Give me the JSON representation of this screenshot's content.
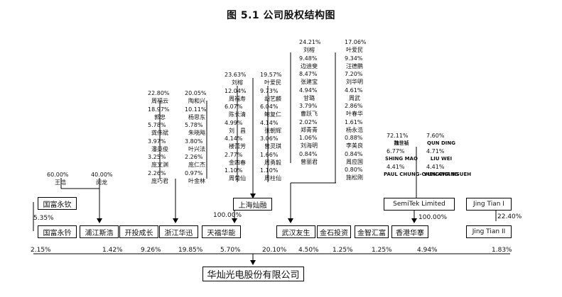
{
  "title": "图 5.1  公司股权结构图",
  "main_company": "华灿光电股份有限公司",
  "holding_entities": {
    "gfyq": "国富永钦",
    "gfyl": "国富永钤",
    "pjsh": "浦江斯浩",
    "ktcz": "开投成长",
    "zjhx": "浙江华迅",
    "tfhn": "天福华能",
    "shcr": "上海灿融",
    "whyd": "武汉友生",
    "jstz": "金石投资",
    "jzhf": "金智汇富",
    "xghn": "香港华搴",
    "semitek": "SemiTek Limited",
    "jt1": "Jing Tian I",
    "jt2": "Jing Tian II"
  },
  "mid_labels": {
    "gfyq_to_gfyl": "5.35%",
    "shcr_to_tfhn": "100.00%",
    "semitek_to_xghn": "100.00%",
    "jt_pct": "22.40%"
  },
  "bottom_pct": {
    "gfyl": "2.15%",
    "pjsh": "1.42%",
    "ktcz": "9.26%",
    "zjhx": "19.85%",
    "tfhn": "5.70%",
    "shcr": "20.10%",
    "whyd": "4.50%",
    "jstz": "1.25%",
    "jzhf": "1.25%",
    "xghn": "4.94%",
    "jt2": "1.83%"
  },
  "pjsh_holders": [
    {
      "pct": "60.00%",
      "name": "王浩"
    },
    {
      "pct": "40.00%",
      "name": "闵龙"
    }
  ],
  "zjhx_holders": [
    {
      "pct1": "22.80%",
      "name1": "周福云",
      "pct2": "20.05%",
      "name2": "陶和兴"
    },
    {
      "pct1": "18.97%",
      "name1": "郭忠",
      "pct2": "10.11%",
      "name2": "杨思东"
    },
    {
      "pct1": "5.78%",
      "name1": "龚伟斌",
      "pct2": "5.78%",
      "name2": "朱晓飚"
    },
    {
      "pct1": "3.97%",
      "name1": "潘英俊",
      "pct2": "3.80%",
      "name2": "叶兴法"
    },
    {
      "pct1": "3.25%",
      "name1": "庞文渊",
      "pct2": "2.26%",
      "name2": "庞仁杰"
    },
    {
      "pct1": "2.26%",
      "name1": "庞巧君",
      "pct2": "0.97%",
      "name2": "叶金林"
    }
  ],
  "shcr_holders": [
    {
      "pct1": "23.63%",
      "name1": "刘榕",
      "pct2": "19.57%",
      "name2": "叶爱民"
    },
    {
      "pct1": "12.04%",
      "name1": "周福寿",
      "pct2": "9.73%",
      "name2": "胡艺麟"
    },
    {
      "pct1": "6.07%",
      "name1": "陈长清",
      "pct2": "6.04%",
      "name2": "鲍复仁"
    },
    {
      "pct1": "4.99%",
      "name1": "刘　昌",
      "pct2": "4.14%",
      "name2": "张朝辉"
    },
    {
      "pct1": "4.14%",
      "name1": "楼蕾芳",
      "pct2": "3.06%",
      "name2": "曾灵琪"
    },
    {
      "pct1": "2.77%",
      "name1": "金四春",
      "pct2": "1.66%",
      "name2": "周勇毅"
    },
    {
      "pct1": "1.10%",
      "name1": "周菊仙",
      "pct2": "1.10%",
      "name2": "周柱仙"
    }
  ],
  "whyd_holders": [
    {
      "pct1": "24.21%",
      "name1": "刘榕",
      "pct2": "17.06%",
      "name2": "叶爱民"
    },
    {
      "pct1": "9.48%",
      "name1": "边迪斐",
      "pct2": "9.34%",
      "name2": "汪德鹏"
    },
    {
      "pct1": "8.47%",
      "name1": "张建宝",
      "pct2": "7.20%",
      "name2": "刘华明"
    },
    {
      "pct1": "4.94%",
      "name1": "甘璐",
      "pct2": "4.61%",
      "name2": "周武"
    },
    {
      "pct1": "3.79%",
      "name1": "曹跃飞",
      "pct2": "2.86%",
      "name2": "叶春华"
    },
    {
      "pct1": "2.02%",
      "name1": "郑青青",
      "pct2": "1.61%",
      "name2": "杨永浩"
    },
    {
      "pct1": "1.06%",
      "name1": "刘海明",
      "pct2": "0.88%",
      "name2": "李美良"
    },
    {
      "pct1": "0.84%",
      "name1": "曾丽君",
      "pct2": "0.84%",
      "name2": "周应国"
    },
    {
      "pct1": "",
      "name1": "",
      "pct2": "0.80%",
      "name2": "施松刚"
    }
  ],
  "semitek_holders": [
    {
      "pct1": "72.11%",
      "name1": "魏世祯",
      "pct2": "7.60%",
      "name2": "QUN DING"
    },
    {
      "pct1": "6.77%",
      "name1": "SHING MAO",
      "pct2": "4.71%",
      "name2": "LIU WEI"
    },
    {
      "pct1": "4.41%",
      "name1": "PAUL CHUNG-CHEN CHANG",
      "pct2": "4.41%",
      "name2": "YUNGWEI HSUEH"
    }
  ]
}
